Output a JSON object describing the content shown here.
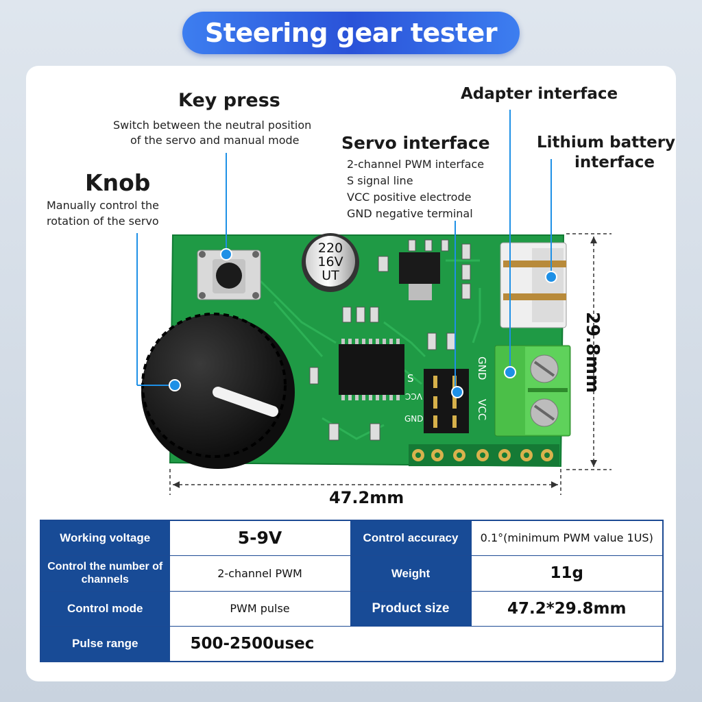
{
  "title": "Steering gear tester",
  "callouts": {
    "key_press": {
      "title": "Key press",
      "desc": [
        "Switch between the neutral position",
        "of the servo and manual mode"
      ]
    },
    "knob": {
      "title": "Knob",
      "desc": [
        "Manually control the",
        "rotation of the servo"
      ]
    },
    "servo": {
      "title": "Servo interface",
      "desc": [
        "2-channel PWM interface",
        "S signal line",
        "VCC positive electrode",
        "GND negative terminal"
      ]
    },
    "adapter": {
      "title": "Adapter interface"
    },
    "lithium": {
      "title": [
        "Lithium battery",
        "interface"
      ]
    }
  },
  "pcb": {
    "capacitor": [
      "220",
      "16V",
      "UT"
    ],
    "silk": {
      "gnd": "GND",
      "vcc": "VCC",
      "s": "S",
      "gnd_small": "GND",
      "vcc_small": "VCC"
    }
  },
  "dimensions": {
    "width": "47.2mm",
    "height": "29.8mm"
  },
  "specs": {
    "rows": [
      [
        {
          "k": "Working voltage"
        },
        {
          "v": "5-9V"
        },
        {
          "k": "Control accuracy"
        },
        {
          "v": "0.1°(minimum PWM value 1US)"
        }
      ],
      [
        {
          "k": "Control the number of channels"
        },
        {
          "v": "2-channel PWM"
        },
        {
          "k": "Weight"
        },
        {
          "v": "11g"
        }
      ],
      [
        {
          "k": "Control mode"
        },
        {
          "v": "PWM pulse"
        },
        {
          "k": "Product size"
        },
        {
          "v": "47.2*29.8mm"
        }
      ],
      [
        {
          "k": "Pulse range"
        },
        {
          "v": "500-2500usec"
        }
      ]
    ]
  },
  "colors": {
    "accent": "#2f5fe0",
    "table_header": "#184b96",
    "pcb": "#1f9a45",
    "marker": "#1e90e6"
  }
}
